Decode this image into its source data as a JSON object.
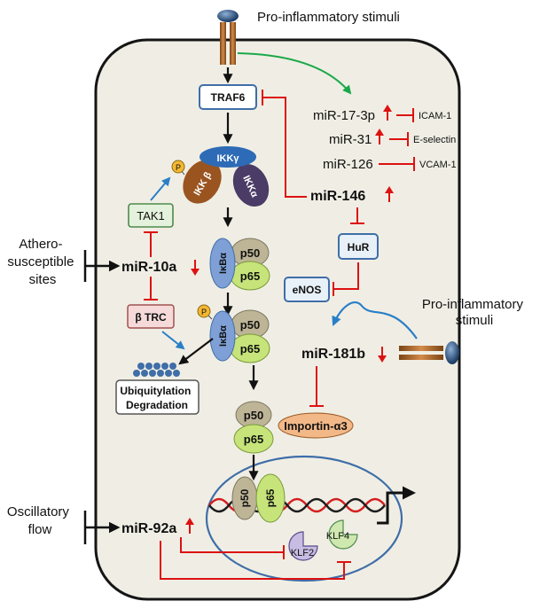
{
  "stimuli": {
    "top": "Pro-inflammatory stimuli",
    "right": "Pro-inflammatory\nstimuli"
  },
  "proteins": {
    "traf6": "TRAF6",
    "ikkg": "IKKγ",
    "ikkb": "IKK β",
    "ikka": "IKKα",
    "p": "P",
    "tak1": "TAK1",
    "btrc": "β TRC",
    "hur": "HuR",
    "enos": "eNOS",
    "ikba": "IκBα",
    "p50": "p50",
    "p65": "p65",
    "importin": "Importin-α3",
    "ubiq": "Ubiquitylation\nDegradation",
    "klf2": "KLF2",
    "klf4": "KLF4"
  },
  "mirnas": {
    "mir17": "miR-17-3p",
    "mir31": "miR-31",
    "mir126": "miR-126",
    "mir146": "miR-146",
    "mir10a": "miR-10a",
    "mir181b": "miR-181b",
    "mir92a": "miR-92a"
  },
  "targets": {
    "icam1": "ICAM-1",
    "eselectin": "E-selectin",
    "vcam1": "VCAM-1"
  },
  "conditions": {
    "athero": "Athero-\nsusceptible\nsites",
    "osc": "Oscillatory\nflow"
  },
  "colors": {
    "cell": "#f0eee4",
    "red": "#dd1111",
    "green": "#1aa84a",
    "blue": "#2a7fc8",
    "ikkg": "#2e6bb6",
    "ikkb": "#9a5420",
    "ikka": "#4a3c66",
    "p50": "#bdb596",
    "p65": "#c6e47a",
    "ikba": "#7ea0d6",
    "importin": "#f2b888"
  }
}
